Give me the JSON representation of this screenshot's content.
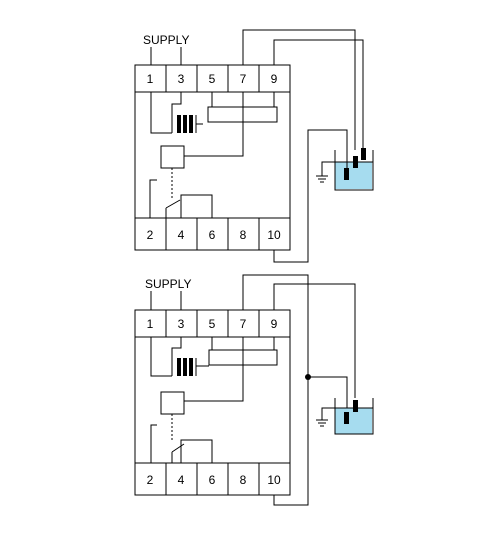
{
  "diagrams": [
    {
      "supply_label": "SUPPLY",
      "top_terminals": [
        "1",
        "3",
        "5",
        "7",
        "9"
      ],
      "bottom_terminals": [
        "2",
        "4",
        "6",
        "8",
        "10"
      ]
    },
    {
      "supply_label": "SUPPLY",
      "top_terminals": [
        "1",
        "3",
        "5",
        "7",
        "9"
      ],
      "bottom_terminals": [
        "2",
        "4",
        "6",
        "8",
        "10"
      ]
    }
  ],
  "colors": {
    "water": "#a6dcef",
    "line": "#000000"
  }
}
